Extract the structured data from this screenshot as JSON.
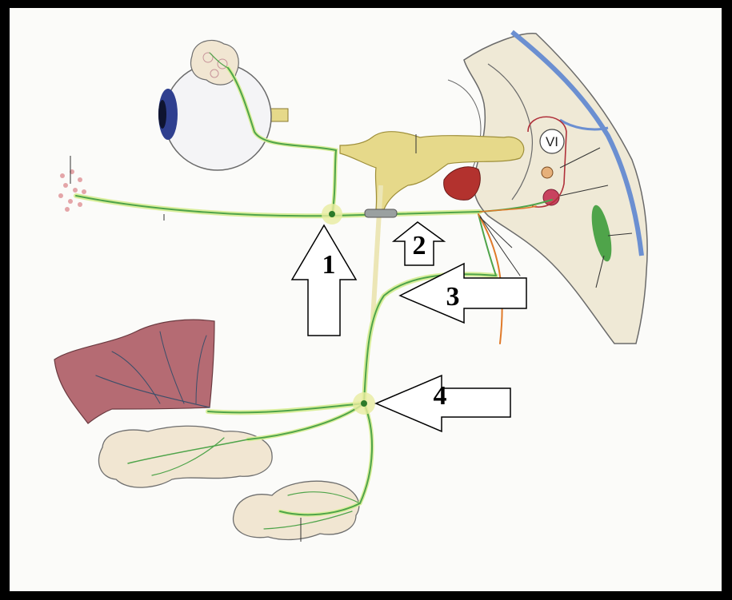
{
  "labels": {
    "arrow1": "1",
    "arrow2": "2",
    "arrow3": "3",
    "arrow4": "4",
    "cranial_nerve": "VI"
  },
  "colors": {
    "background_frame": "#000000",
    "panel": "#fbfbf9",
    "nerve_green": "#4fa44a",
    "nerve_glow": "#d9ee9c",
    "ganglion_yellow": "#e6d98a",
    "brainstem": "#efe9d6",
    "brainstem_outline": "#6a6a6a",
    "vessel_blue": "#6b8fd1",
    "gland_fill": "#f1e6d2",
    "gland_outline": "#6e6e6e",
    "tongue": "#b56b73",
    "tongue_outline": "#6a3a40",
    "eye_white": "#f4f4f6",
    "iris": "#2f3f8f",
    "orange_nerve": "#e07a2a",
    "red_nucleus": "#c8435f",
    "muscle_red": "#b3322e",
    "arrow_fill": "#ffffff",
    "arrow_stroke": "#000000"
  }
}
